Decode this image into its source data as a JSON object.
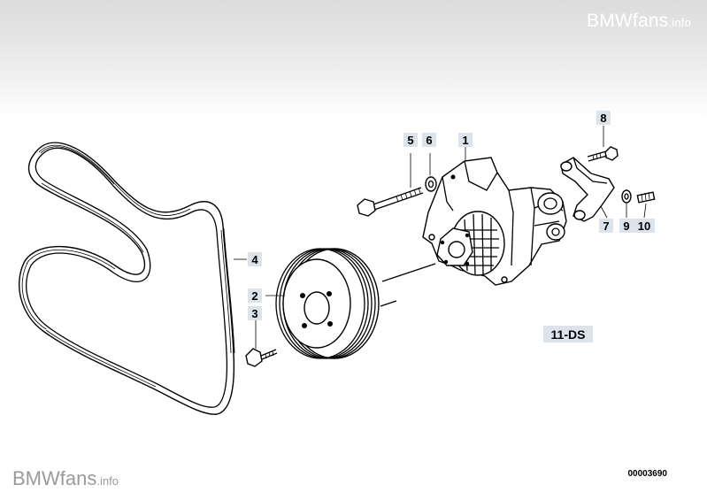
{
  "watermark": {
    "brand": "BMWfans",
    "suffix": ".info"
  },
  "diagram": {
    "callouts": [
      "1",
      "2",
      "3",
      "4",
      "5",
      "6",
      "7",
      "8",
      "9",
      "10"
    ],
    "section_code": "11-DS",
    "drawing_id": "00003690"
  }
}
